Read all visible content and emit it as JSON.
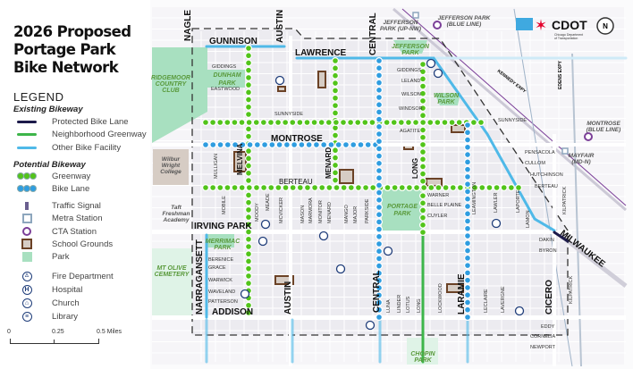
{
  "title": [
    "2026 Proposed",
    "Portage Park",
    "Bike Network"
  ],
  "legend": {
    "heading": "LEGEND",
    "existing_heading": "Existing Bikeway",
    "existing": [
      {
        "label": "Protected Bike Lane",
        "color": "#1c1a4a"
      },
      {
        "label": "Neighborhood Greenway",
        "color": "#3db54a"
      },
      {
        "label": "Other Bike Facility",
        "color": "#4fb9e8"
      }
    ],
    "potential_heading": "Potential Bikeway",
    "potential": [
      {
        "label": "Greenway",
        "color": "#52c41a"
      },
      {
        "label": "Bike Lane",
        "color": "#2f9de0"
      }
    ],
    "symbols": [
      {
        "label": "Traffic Signal",
        "icon": "traffic-signal-icon"
      },
      {
        "label": "Metra Station",
        "icon": "metra-station-icon"
      },
      {
        "label": "CTA Station",
        "icon": "cta-station-icon"
      },
      {
        "label": "School Grounds",
        "icon": "school-grounds-icon"
      },
      {
        "label": "Park",
        "icon": "park-icon"
      }
    ],
    "facilities": [
      {
        "label": "Fire Department",
        "glyph": "∆"
      },
      {
        "label": "Hospital",
        "glyph": "H"
      },
      {
        "label": "Church",
        "glyph": "⌂"
      },
      {
        "label": "Library",
        "glyph": "≡"
      }
    ],
    "scale": {
      "ticks": [
        "0",
        "0.25",
        "0.5 Miles"
      ]
    }
  },
  "brand": {
    "name": "CDOT",
    "sub1": "Chicago Department",
    "sub2": "of Transportation",
    "north": "N"
  },
  "colors": {
    "greenway": "#52c41a",
    "bikelane": "#2f9de0",
    "existing_blue": "#4fb9e8",
    "park": "#a8e0c0",
    "school": "#d6ccc4",
    "school_border": "#6b4226",
    "cta": "#7b3f98",
    "map_bg": "#f1eff4"
  },
  "streets": {
    "major": {
      "nagle": "NAGLE",
      "gunnison": "GUNNISON",
      "austin_n": "AUSTIN",
      "lawrence": "LAWRENCE",
      "central_n": "CENTRAL",
      "montrose": "MONTROSE",
      "melvina": "MELVINA",
      "menard": "MENARD",
      "berteau": "BERTEAU",
      "long": "LONG",
      "irving_park": "IRVING PARK",
      "narragansett": "NARRAGANSETT",
      "addison": "ADDISON",
      "austin_s": "AUSTIN",
      "central_s": "CENTRAL",
      "laramie": "LARAMIE",
      "cicero": "CICERO",
      "milwaukee": "MILWAUKEE"
    },
    "minor_left": [
      "GIDDINGS",
      "EASTWOOD",
      "BERENICE",
      "GRACE",
      "WARWICK",
      "WAVELAND",
      "PATTERSON"
    ],
    "minor_mid": [
      "SUNNYSIDE",
      "GIDDINGS",
      "LELAND",
      "WILSON",
      "WINDSOR",
      "AGATITE",
      "WARNER",
      "BELLE PLAINE",
      "CUYLER"
    ],
    "minor_right": [
      "SUNNYSIDE",
      "PENSACOLA",
      "CULLOM",
      "HUTCHINSON",
      "BERTEAU",
      "DAKIN",
      "BYRON",
      "EDDY",
      "CORNELIA",
      "NEWPORT"
    ],
    "vertical_minor": [
      "MULLIGAN",
      "MOBILE",
      "MOODY",
      "MEADE",
      "MCVICKER",
      "MASON",
      "MARMORA",
      "MONITOR",
      "MENARD",
      "MANGO",
      "MAJOR",
      "PARKSIDE",
      "LUNA",
      "LINDER",
      "LOTUS",
      "LONG",
      "LOCKWOOD",
      "LECLAIRE",
      "LAVERGNE",
      "LEAMINGTON",
      "LAWLER",
      "LAPORTE",
      "LAMON",
      "KILPATRICK",
      "KILPATRICK"
    ],
    "expressways": {
      "kennedy": "KENNEDY EXPY",
      "edens": "EDENS EXPY"
    }
  },
  "places": {
    "ridgemoor": [
      "RIDGEMOOR",
      "COUNTRY",
      "CLUB"
    ],
    "dunham": [
      "DUNHAM",
      "PARK"
    ],
    "jefferson_park": [
      "JEFFERSON",
      "PARK"
    ],
    "wilson_park": [
      "WILSON",
      "PARK"
    ],
    "portage_park": [
      "PORTAGE",
      "PARK"
    ],
    "merrimac": [
      "MERRIMAC",
      "PARK"
    ],
    "mt_olive": [
      "MT OLIVE",
      "CEMETERY"
    ],
    "chopin": [
      "CHOPIN",
      "PARK"
    ],
    "wright": [
      "Wilbur",
      "Wright",
      "College"
    ],
    "taft": [
      "Taft",
      "Freshman",
      "Academy"
    ]
  },
  "stations": {
    "jp_metra": [
      "JEFFERSON",
      "PARK (UP-NW)"
    ],
    "jp_blue": [
      "JEFFERSON PARK",
      "(BLUE LINE)"
    ],
    "montrose_blue": [
      "MONTROSE",
      "(BLUE LINE)"
    ],
    "mayfair": [
      "MAYFAIR",
      "(MD-N)"
    ]
  }
}
